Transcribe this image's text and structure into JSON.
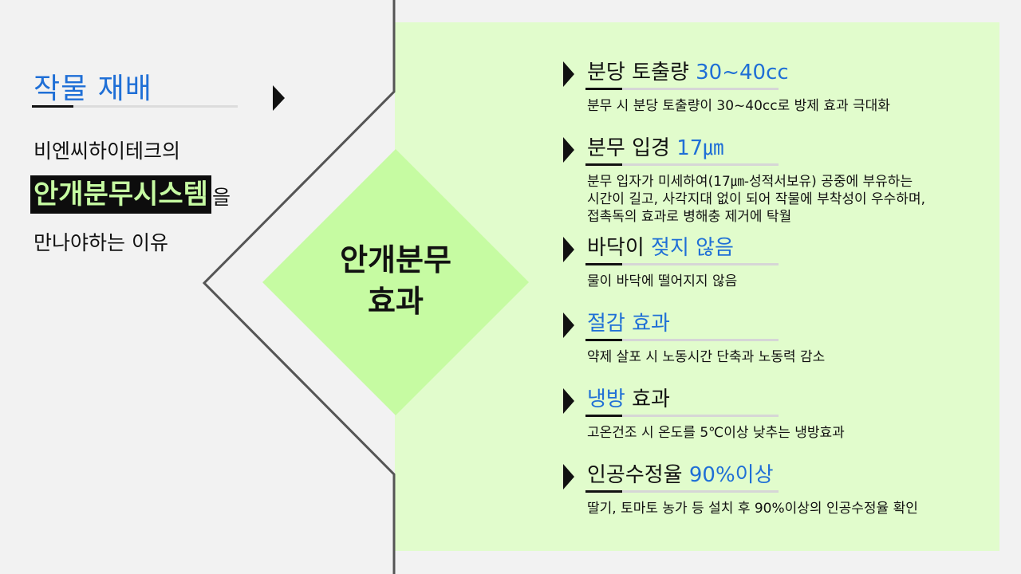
{
  "left": {
    "title": "작물 재배",
    "line1": "비엔씨하이테크의",
    "highlight": "안개분무시스템",
    "highlight_suffix": "을",
    "line3": "만나야하는 이유"
  },
  "diamond": {
    "line1": "안개분무",
    "line2": "효과"
  },
  "items": [
    {
      "head_pre": "분당 토출량 ",
      "head_hi": "30~40cc",
      "head_post": "",
      "desc": [
        "분무 시 분당 토출량이 30~40cc로 방제 효과 극대화"
      ]
    },
    {
      "head_pre": "분무 입경 ",
      "head_hi": "17㎛",
      "head_post": "",
      "desc": [
        "분무 입자가 미세하여(17㎛-성적서보유) 공중에 부유하는",
        "시간이 길고, 사각지대 없이 되어 작물에 부착성이 우수하며,",
        "접촉독의 효과로 병해충 제거에 탁월"
      ]
    },
    {
      "head_pre": "바닥이 ",
      "head_hi": "젖지 않음",
      "head_post": "",
      "desc": [
        "물이 바닥에 떨어지지 않음"
      ]
    },
    {
      "head_pre": "",
      "head_hi": "절감 효과",
      "head_post": "",
      "desc": [
        "약제 살포 시 노동시간 단축과 노동력 감소"
      ]
    },
    {
      "head_pre": "",
      "head_hi": "냉방",
      "head_post": " 효과",
      "desc": [
        "고온건조 시 온도를 5℃이상 낮추는 냉방효과"
      ]
    },
    {
      "head_pre": "인공수정율 ",
      "head_hi": "90%이상",
      "head_post": "",
      "desc": [
        "딸기, 토마토 농가 등 설치 후 90%이상의 인공수정율 확인"
      ]
    }
  ],
  "colors": {
    "accent": "#1f6fd6",
    "panel": "#e1fccc",
    "diamond": "#c6fba2",
    "highlight_text": "#c6fba2"
  }
}
